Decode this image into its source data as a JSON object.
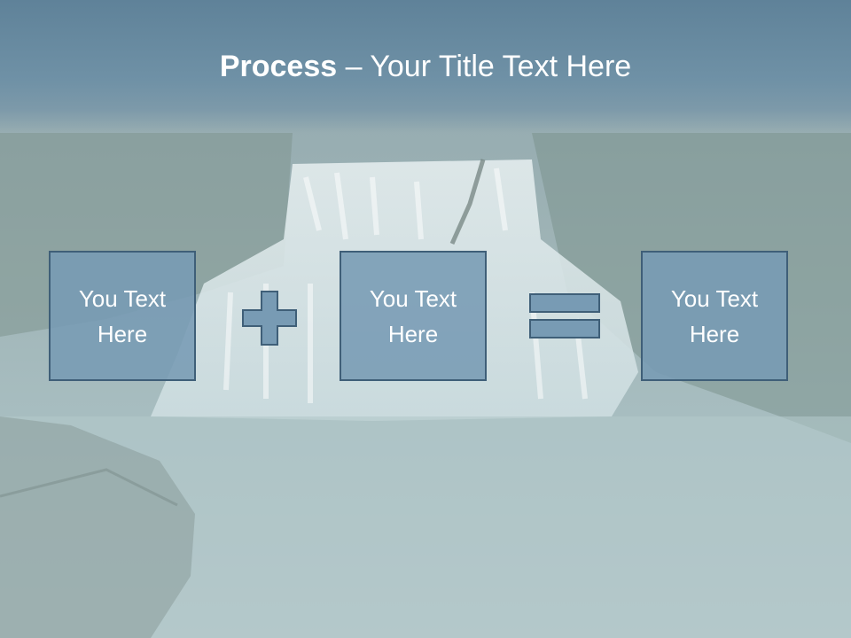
{
  "title": {
    "bold": "Process",
    "rest": " – Your Title Text Here"
  },
  "process": {
    "items": [
      {
        "label": "You Text Here"
      },
      {
        "label": "You Text Here"
      },
      {
        "label": "You Text Here"
      }
    ],
    "operators": [
      "plus-icon",
      "equals-icon"
    ]
  },
  "colors": {
    "box_fill": "#789bb4",
    "box_border": "#3f5f78",
    "title_band": "#6a8ca2",
    "text": "#ffffff"
  }
}
